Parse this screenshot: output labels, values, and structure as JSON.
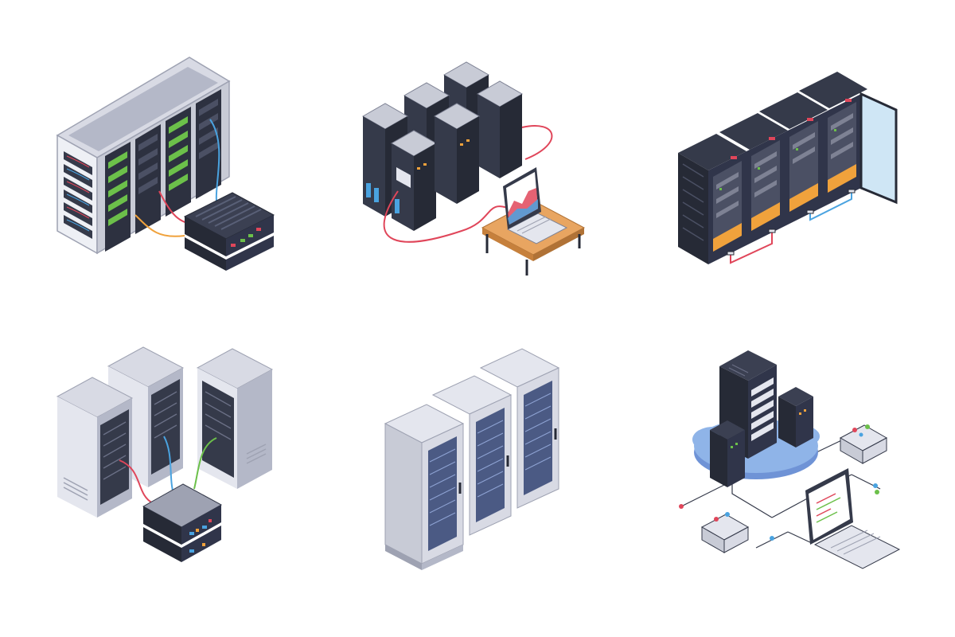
{
  "illustrations": [
    {
      "name": "rack-cabinet-with-switch",
      "icon": "server-rack-icon"
    },
    {
      "name": "server-cluster-with-laptop",
      "icon": "server-cluster-icon"
    },
    {
      "name": "open-door-rack-row",
      "icon": "rack-row-icon"
    },
    {
      "name": "tower-servers-with-hub",
      "icon": "tower-server-icon"
    },
    {
      "name": "enclosed-rack-row",
      "icon": "rack-enclosure-icon"
    },
    {
      "name": "cloud-server-network",
      "icon": "cloud-server-icon"
    }
  ],
  "colors": {
    "dark": "#353a4a",
    "darker": "#262a36",
    "steel": "#c8cbd6",
    "steel_light": "#e4e6ee",
    "steel_dark": "#9ea2b2",
    "green": "#6cc04a",
    "blue_cable": "#4aa3e0",
    "red_cable": "#e0465a",
    "orange": "#f0a23c",
    "cloud": "#8fb4e8",
    "wood": "#e8a561"
  }
}
